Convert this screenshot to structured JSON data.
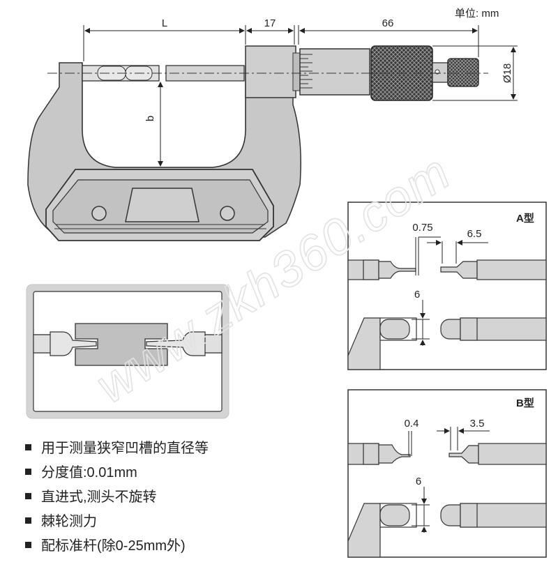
{
  "unit_label": "单位: mm",
  "dimensions": {
    "L": "L",
    "d17": "17",
    "d66": "66",
    "b": "b",
    "dia": "Ø18"
  },
  "type_a": {
    "title": "A型",
    "top_left": "0.75",
    "top_right": "6.5",
    "bottom": "6"
  },
  "type_b": {
    "title": "B型",
    "top_left": "0.4",
    "top_right": "3.5",
    "bottom": "6"
  },
  "watermark": "www.zkh360.com",
  "features": [
    "用于测量狭窄凹槽的直径等",
    "分度值:0.01mm",
    "直进式,测头不旋转",
    "棘轮测力",
    "配标准杆(除0-25mm外)"
  ],
  "colors": {
    "body_fill": "#c7c7c7",
    "body_stroke": "#333333",
    "inset_frame": "#d0d0d0",
    "knurl": "#2a2a2a"
  }
}
